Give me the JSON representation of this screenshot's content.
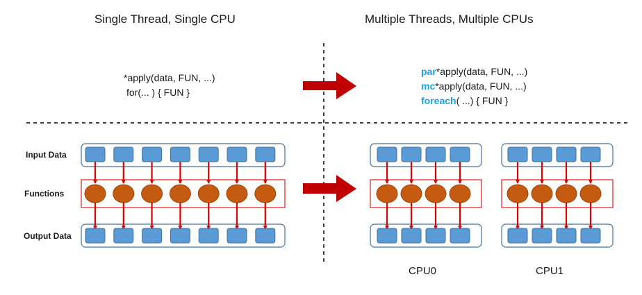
{
  "titles": {
    "left": "Single Thread, Single CPU",
    "right": "Multiple Threads, Multiple CPUs"
  },
  "left_code": [
    "*apply(data, FUN, ...)",
    "for(... ) { FUN }"
  ],
  "right_code": [
    {
      "keyword": "par",
      "rest": "*apply(data, FUN, ...)"
    },
    {
      "keyword": "mc",
      "rest": "*apply(data, FUN, ...)"
    },
    {
      "keyword": "foreach",
      "rest": "( ...)  { FUN }"
    }
  ],
  "row_labels": {
    "input": "Input Data",
    "functions": "Functions",
    "output": "Output Data"
  },
  "cpu_labels": [
    "CPU0",
    "CPU1"
  ],
  "groups": [
    {
      "id": "single",
      "items": 7
    },
    {
      "id": "cpu0",
      "items": 4
    },
    {
      "id": "cpu1",
      "items": 4
    }
  ],
  "colors": {
    "data_box": "#5b9bd5",
    "data_box_border": "#41719c",
    "container_border": "#41719c",
    "function_node": "#c55a11",
    "function_border": "#e0201a",
    "arrow": "#e00000",
    "big_arrow": "#c00000",
    "keyword": "#1aa2e0"
  }
}
